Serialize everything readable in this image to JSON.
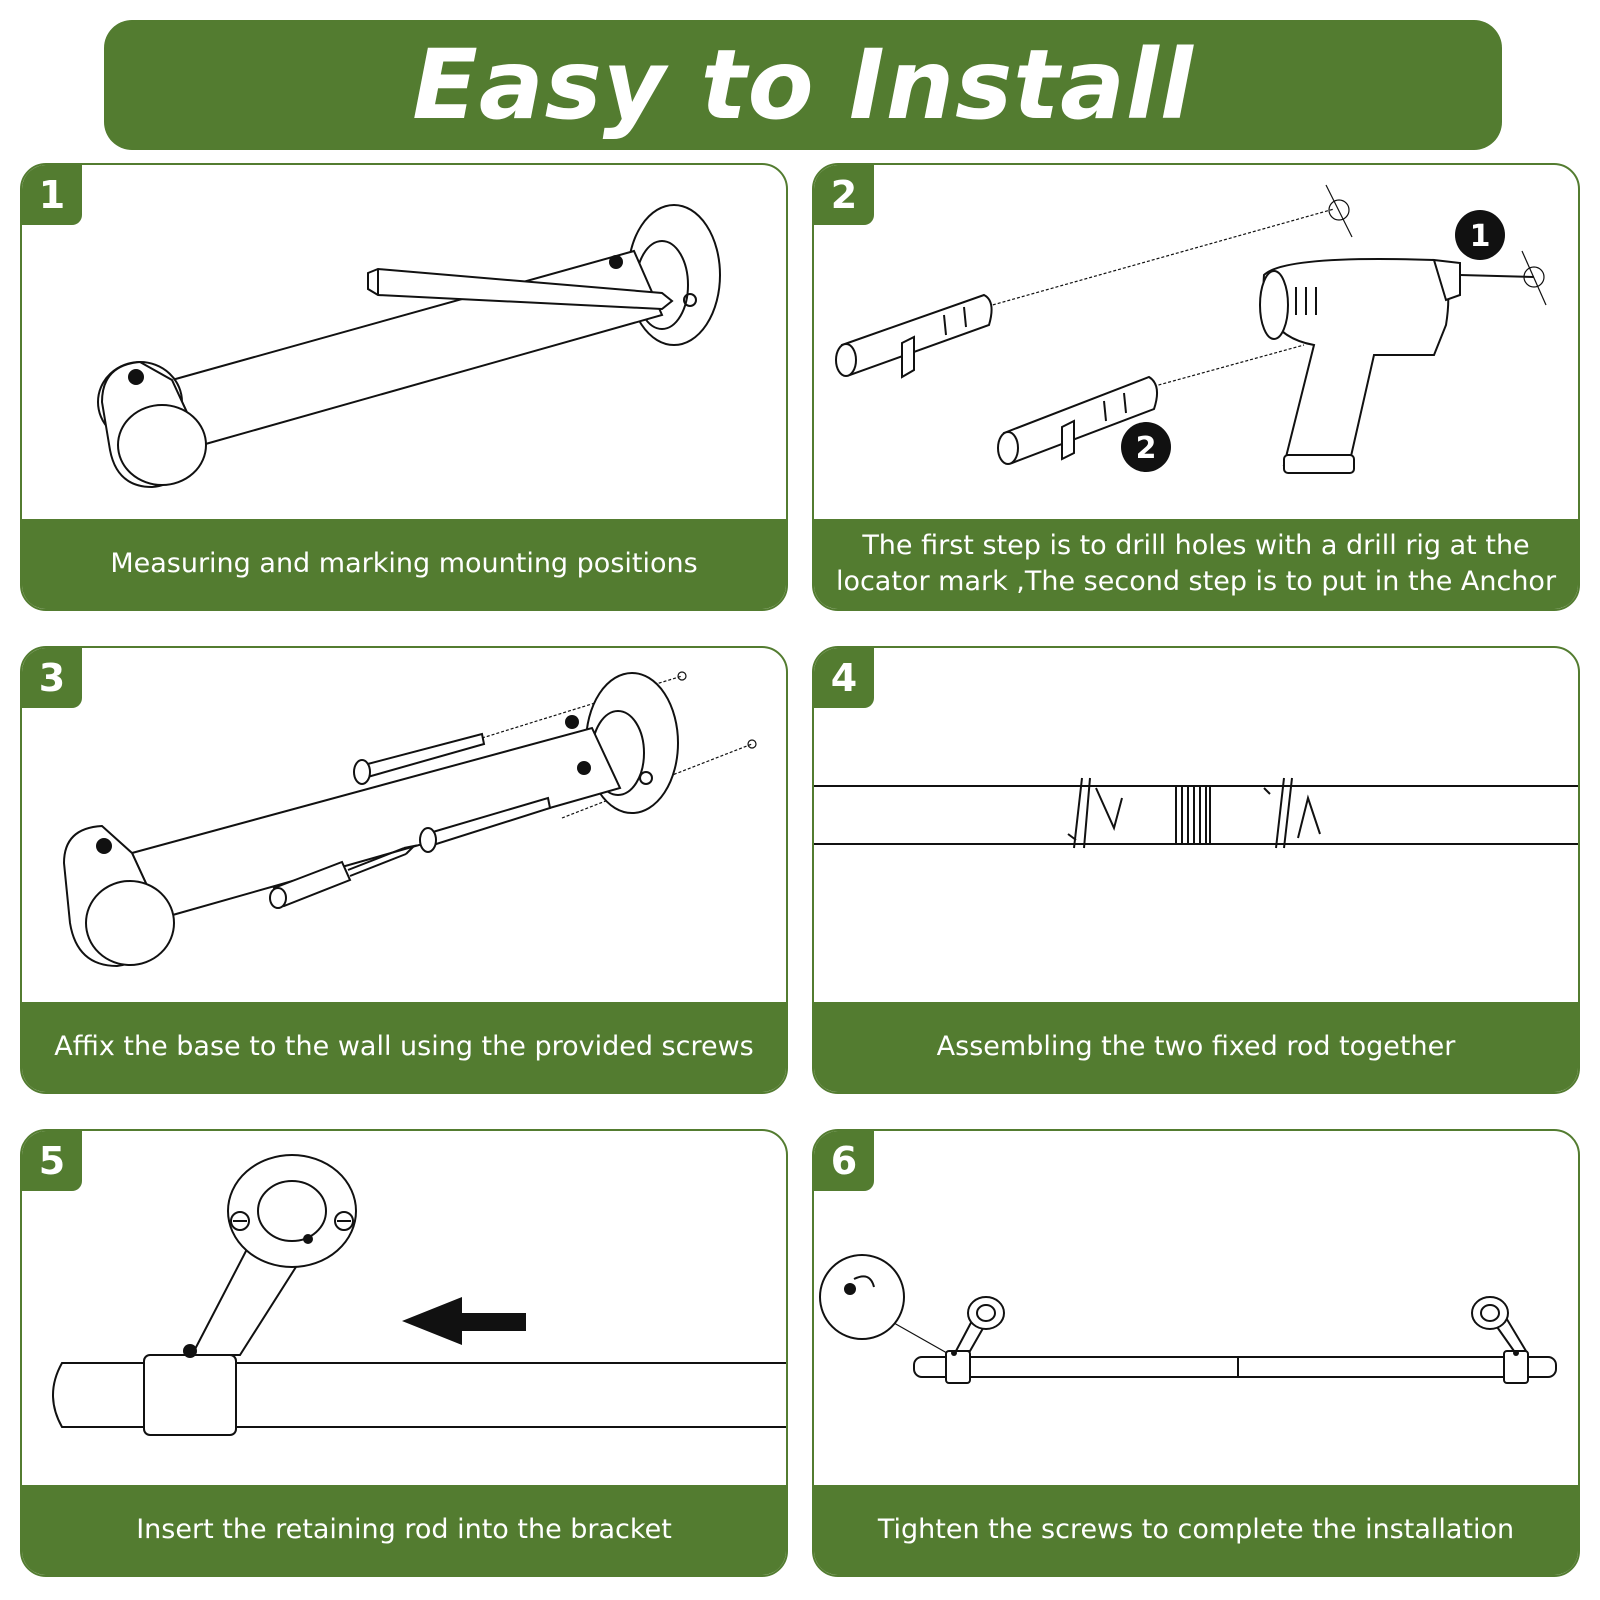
{
  "banner": {
    "title": "Easy to Install"
  },
  "steps": [
    {
      "number": "1",
      "caption": "Measuring and marking mounting positions",
      "icon": "bracket-icon"
    },
    {
      "number": "2",
      "caption": "The first step is to drill holes with a drill rig at the locator mark ,The second step is to put in the Anchor",
      "icon": "drill-icon",
      "markers": [
        "1",
        "2"
      ]
    },
    {
      "number": "3",
      "caption": "Affix the base to the wall using the provided screws",
      "icon": "screwdriver-icon"
    },
    {
      "number": "4",
      "caption": "Assembling the two fixed rod together",
      "icon": "rod-joint-icon"
    },
    {
      "number": "5",
      "caption": "Insert the retaining rod into the bracket",
      "icon": "arrow-left-icon"
    },
    {
      "number": "6",
      "caption": "Tighten the screws to complete the installation",
      "icon": "curtain-rod-icon"
    }
  ],
  "colors": {
    "accent": "#537c30",
    "background": "#ffffff"
  }
}
